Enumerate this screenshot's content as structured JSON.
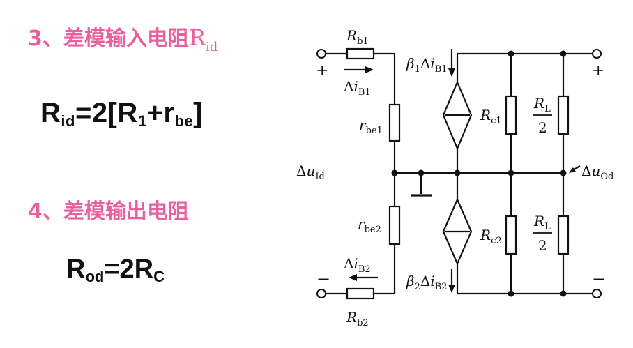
{
  "section3": {
    "number": "3、",
    "title": "差模输入电阻",
    "symbol": "R",
    "symbol_sub": "id"
  },
  "formula1": {
    "lhs": "R",
    "lhs_sub": "id",
    "eq": "=2[R",
    "r1_sub": "1",
    "plus": "+r",
    "rbe_sub": "be",
    "close": "]"
  },
  "section4": {
    "number": "4、",
    "title": "差模输出电阻"
  },
  "formula2": {
    "lhs": "R",
    "lhs_sub": "od",
    "eq": "=2R",
    "rc_sub": "C"
  },
  "circuit": {
    "rb1": {
      "base": "R",
      "sub": "b1"
    },
    "rb2": {
      "base": "R",
      "sub": "b2"
    },
    "rbe1": {
      "base": "r",
      "sub": "be1"
    },
    "rbe2": {
      "base": "r",
      "sub": "be2"
    },
    "rc1": {
      "base": "R",
      "sub": "c1"
    },
    "rc2": {
      "base": "R",
      "sub": "c2"
    },
    "rl_top": {
      "base": "R",
      "sub": "L",
      "den": "2"
    },
    "rl_bot": {
      "base": "R",
      "sub": "L",
      "den": "2"
    },
    "ib1": {
      "delta": "Δ",
      "base": "i",
      "sub": "B1"
    },
    "ib2": {
      "delta": "Δ",
      "base": "i",
      "sub": "B2"
    },
    "beta1": {
      "base": "β",
      "bsub": "1",
      "delta": "Δ",
      "i": "i",
      "isub": "B1"
    },
    "beta2": {
      "base": "β",
      "bsub": "2",
      "delta": "Δ",
      "i": "i",
      "isub": "B2"
    },
    "uid": {
      "delta": "Δ",
      "base": "u",
      "sub": "Id"
    },
    "uod": {
      "delta": "Δ",
      "base": "u",
      "sub": "Od"
    },
    "plus_in": "+",
    "minus_in": "−",
    "plus_out": "+",
    "minus_out": "−"
  }
}
